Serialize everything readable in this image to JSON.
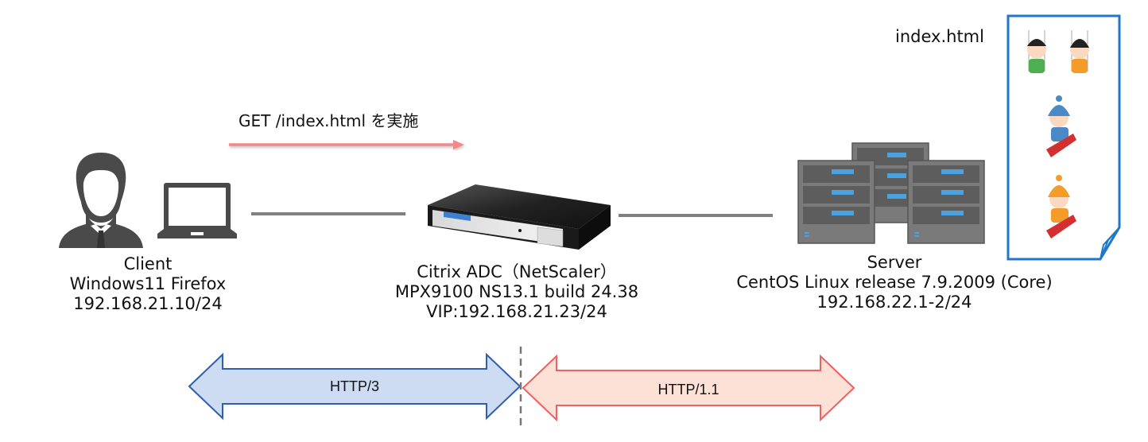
{
  "request": {
    "text": "GET /index.html を実施",
    "arrow_color": "#f08a8a"
  },
  "client": {
    "title": "Client",
    "os_browser": "Windows11 Firefox",
    "ip": "192.168.21.10/24",
    "icons": [
      "person-icon",
      "laptop-icon"
    ]
  },
  "adc": {
    "title": "Citrix ADC（NetScaler）",
    "model": "MPX9100 NS13.1 build 24.38",
    "vip": "VIP:192.168.21.23/24",
    "icon": "appliance-icon"
  },
  "server": {
    "title": "Server",
    "os": "CentOS Linux release 7.9.2009 (Core)",
    "ip": "192.168.22.1-2/24",
    "icon": "server-rack-icon"
  },
  "document": {
    "filename": "index.html",
    "border_color": "#1f77c8",
    "images": [
      "swing-kids-illustration",
      "sled-boy-illustration",
      "sled-girl-illustration"
    ]
  },
  "protocols": {
    "left": {
      "label": "HTTP/3",
      "fill": "#cddcf2",
      "stroke": "#2f5fae"
    },
    "right": {
      "label": "HTTP/1.1",
      "fill": "#fde1d6",
      "stroke": "#f06060"
    }
  },
  "link_color": "#808080"
}
